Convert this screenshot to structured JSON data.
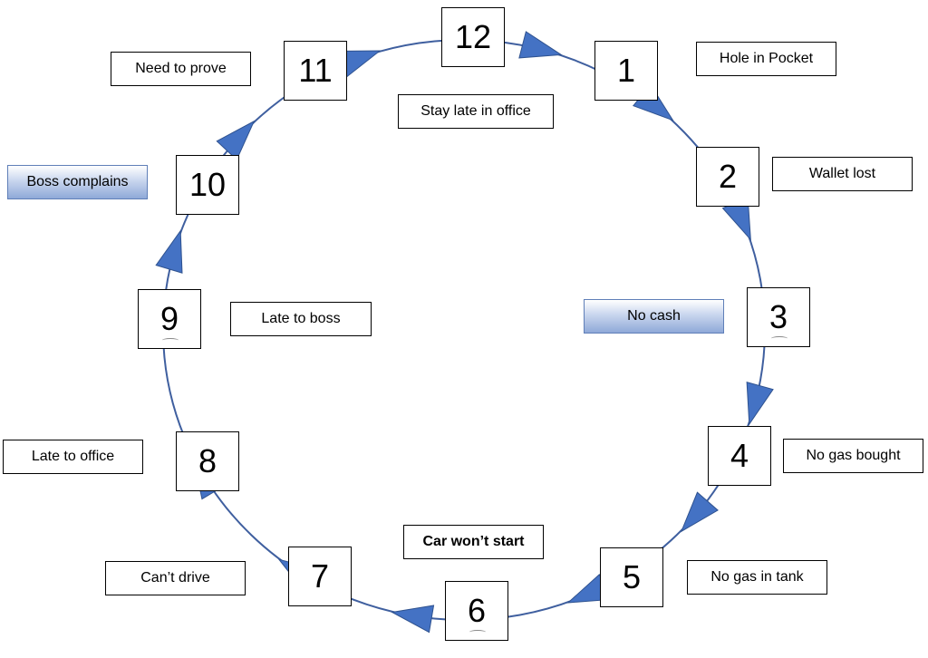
{
  "cycle": {
    "steps": [
      {
        "number": "12",
        "label": "Stay late in office"
      },
      {
        "number": "1",
        "label": "Hole in Pocket"
      },
      {
        "number": "2",
        "label": "Wallet lost"
      },
      {
        "number": "3",
        "label": "No cash"
      },
      {
        "number": "4",
        "label": "No gas bought"
      },
      {
        "number": "5",
        "label": "No gas in tank"
      },
      {
        "number": "6",
        "label": "Car won’t start"
      },
      {
        "number": "7",
        "label": "Can’t drive"
      },
      {
        "number": "8",
        "label": "Late to office"
      },
      {
        "number": "9",
        "label": "Late to boss"
      },
      {
        "number": "10",
        "label": "Boss complains"
      },
      {
        "number": "11",
        "label": "Need to prove"
      }
    ]
  },
  "colors": {
    "arrow": "#4472c4",
    "ring": "#3f5f9f",
    "highlight": "#8fa9d8"
  }
}
